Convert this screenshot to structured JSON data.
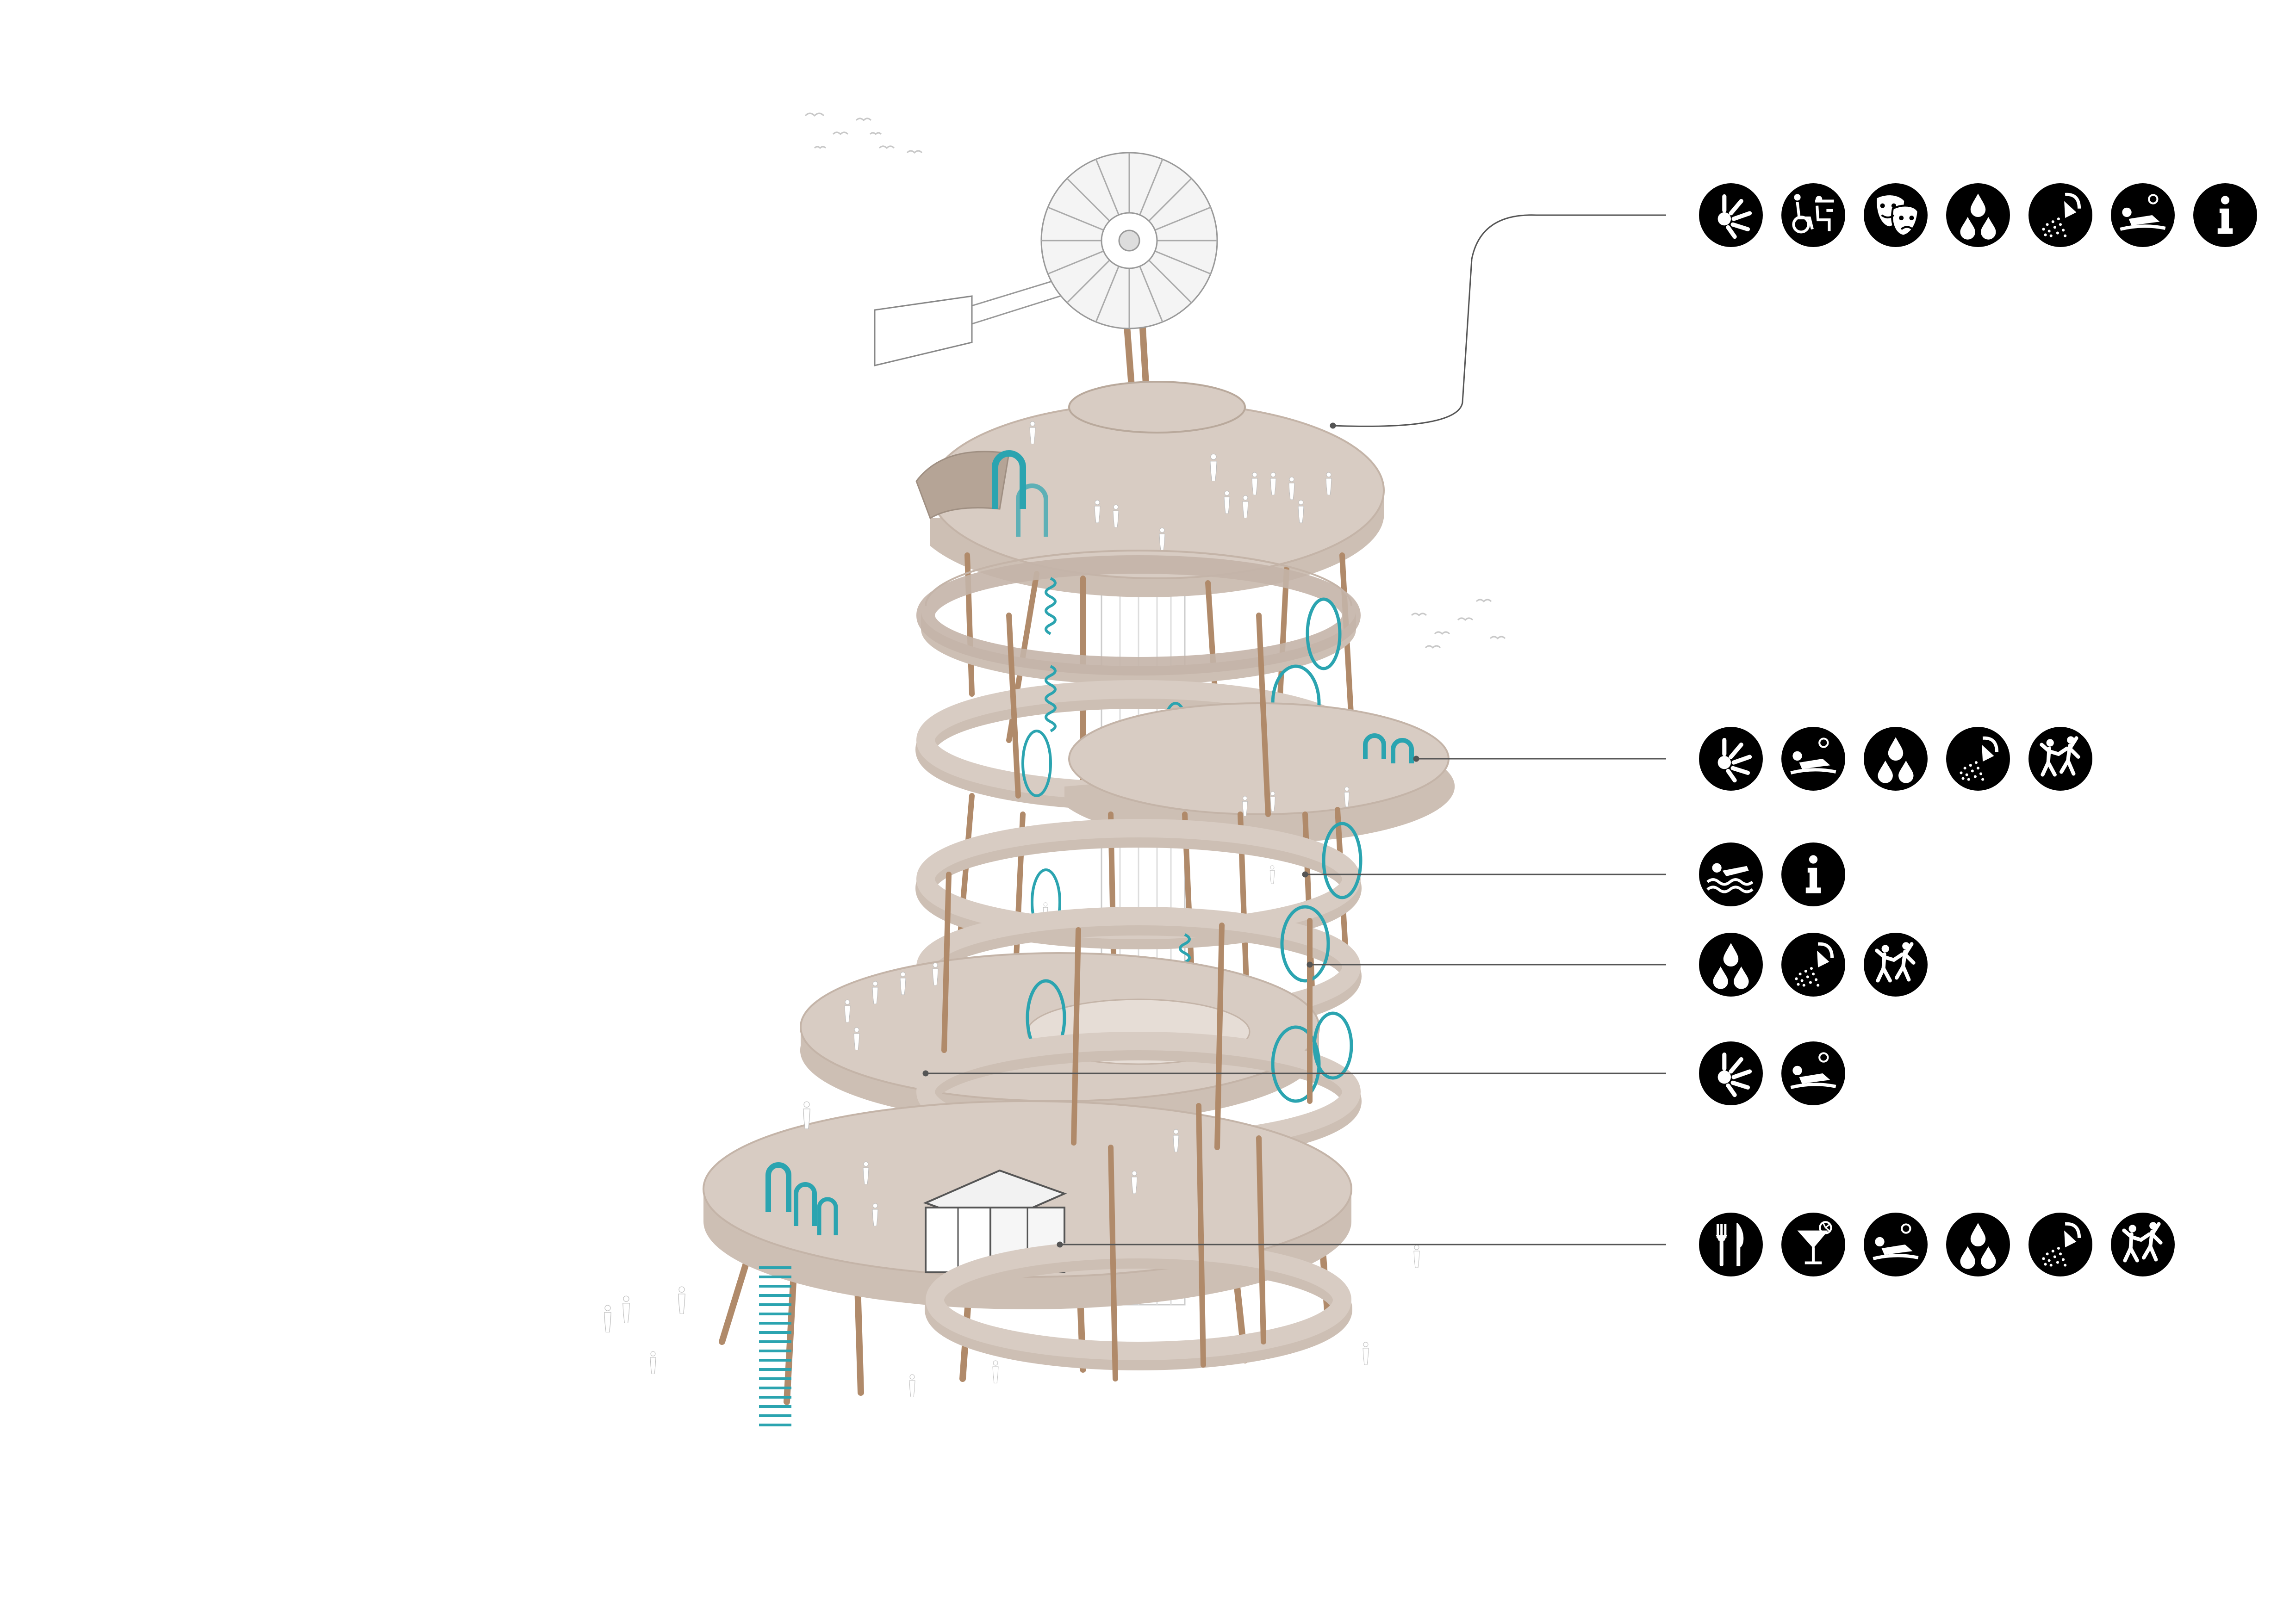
{
  "colors": {
    "deck": "#d8ccc3",
    "deck_edge": "#c4b4a8",
    "deck_side": "#cdbfb4",
    "pole": "#b08a6a",
    "slide": "#2ba4b0",
    "core": "#ffffff",
    "line": "#6a6a6a",
    "icon_bg": "#000000",
    "icon_fg": "#ffffff"
  },
  "callouts": [
    {
      "name": "top-deck-callout",
      "icons": [
        "sun-icon",
        "wheelchair-seating-icon",
        "theatre-masks-icon",
        "water-drops-icon",
        "shower-icon",
        "sunbathing-icon",
        "info-icon"
      ]
    },
    {
      "name": "pool-deck-callout",
      "icons": [
        "sun-icon",
        "sunbathing-icon",
        "water-drops-icon",
        "shower-icon",
        "dancing-people-icon"
      ]
    },
    {
      "name": "hammock-deck-callout",
      "icons": [
        "swimming-icon",
        "info-icon"
      ]
    },
    {
      "name": "splash-deck-callout",
      "icons": [
        "water-drops-icon",
        "shower-icon",
        "dancing-people-icon"
      ]
    },
    {
      "name": "lower-terrace-callout",
      "icons": [
        "sun-icon",
        "sunbathing-icon"
      ]
    },
    {
      "name": "ground-kiosk-callout",
      "icons": [
        "cutlery-icon",
        "cocktail-icon",
        "sunbathing-icon",
        "water-drops-icon",
        "shower-icon",
        "dancing-people-icon"
      ]
    }
  ]
}
